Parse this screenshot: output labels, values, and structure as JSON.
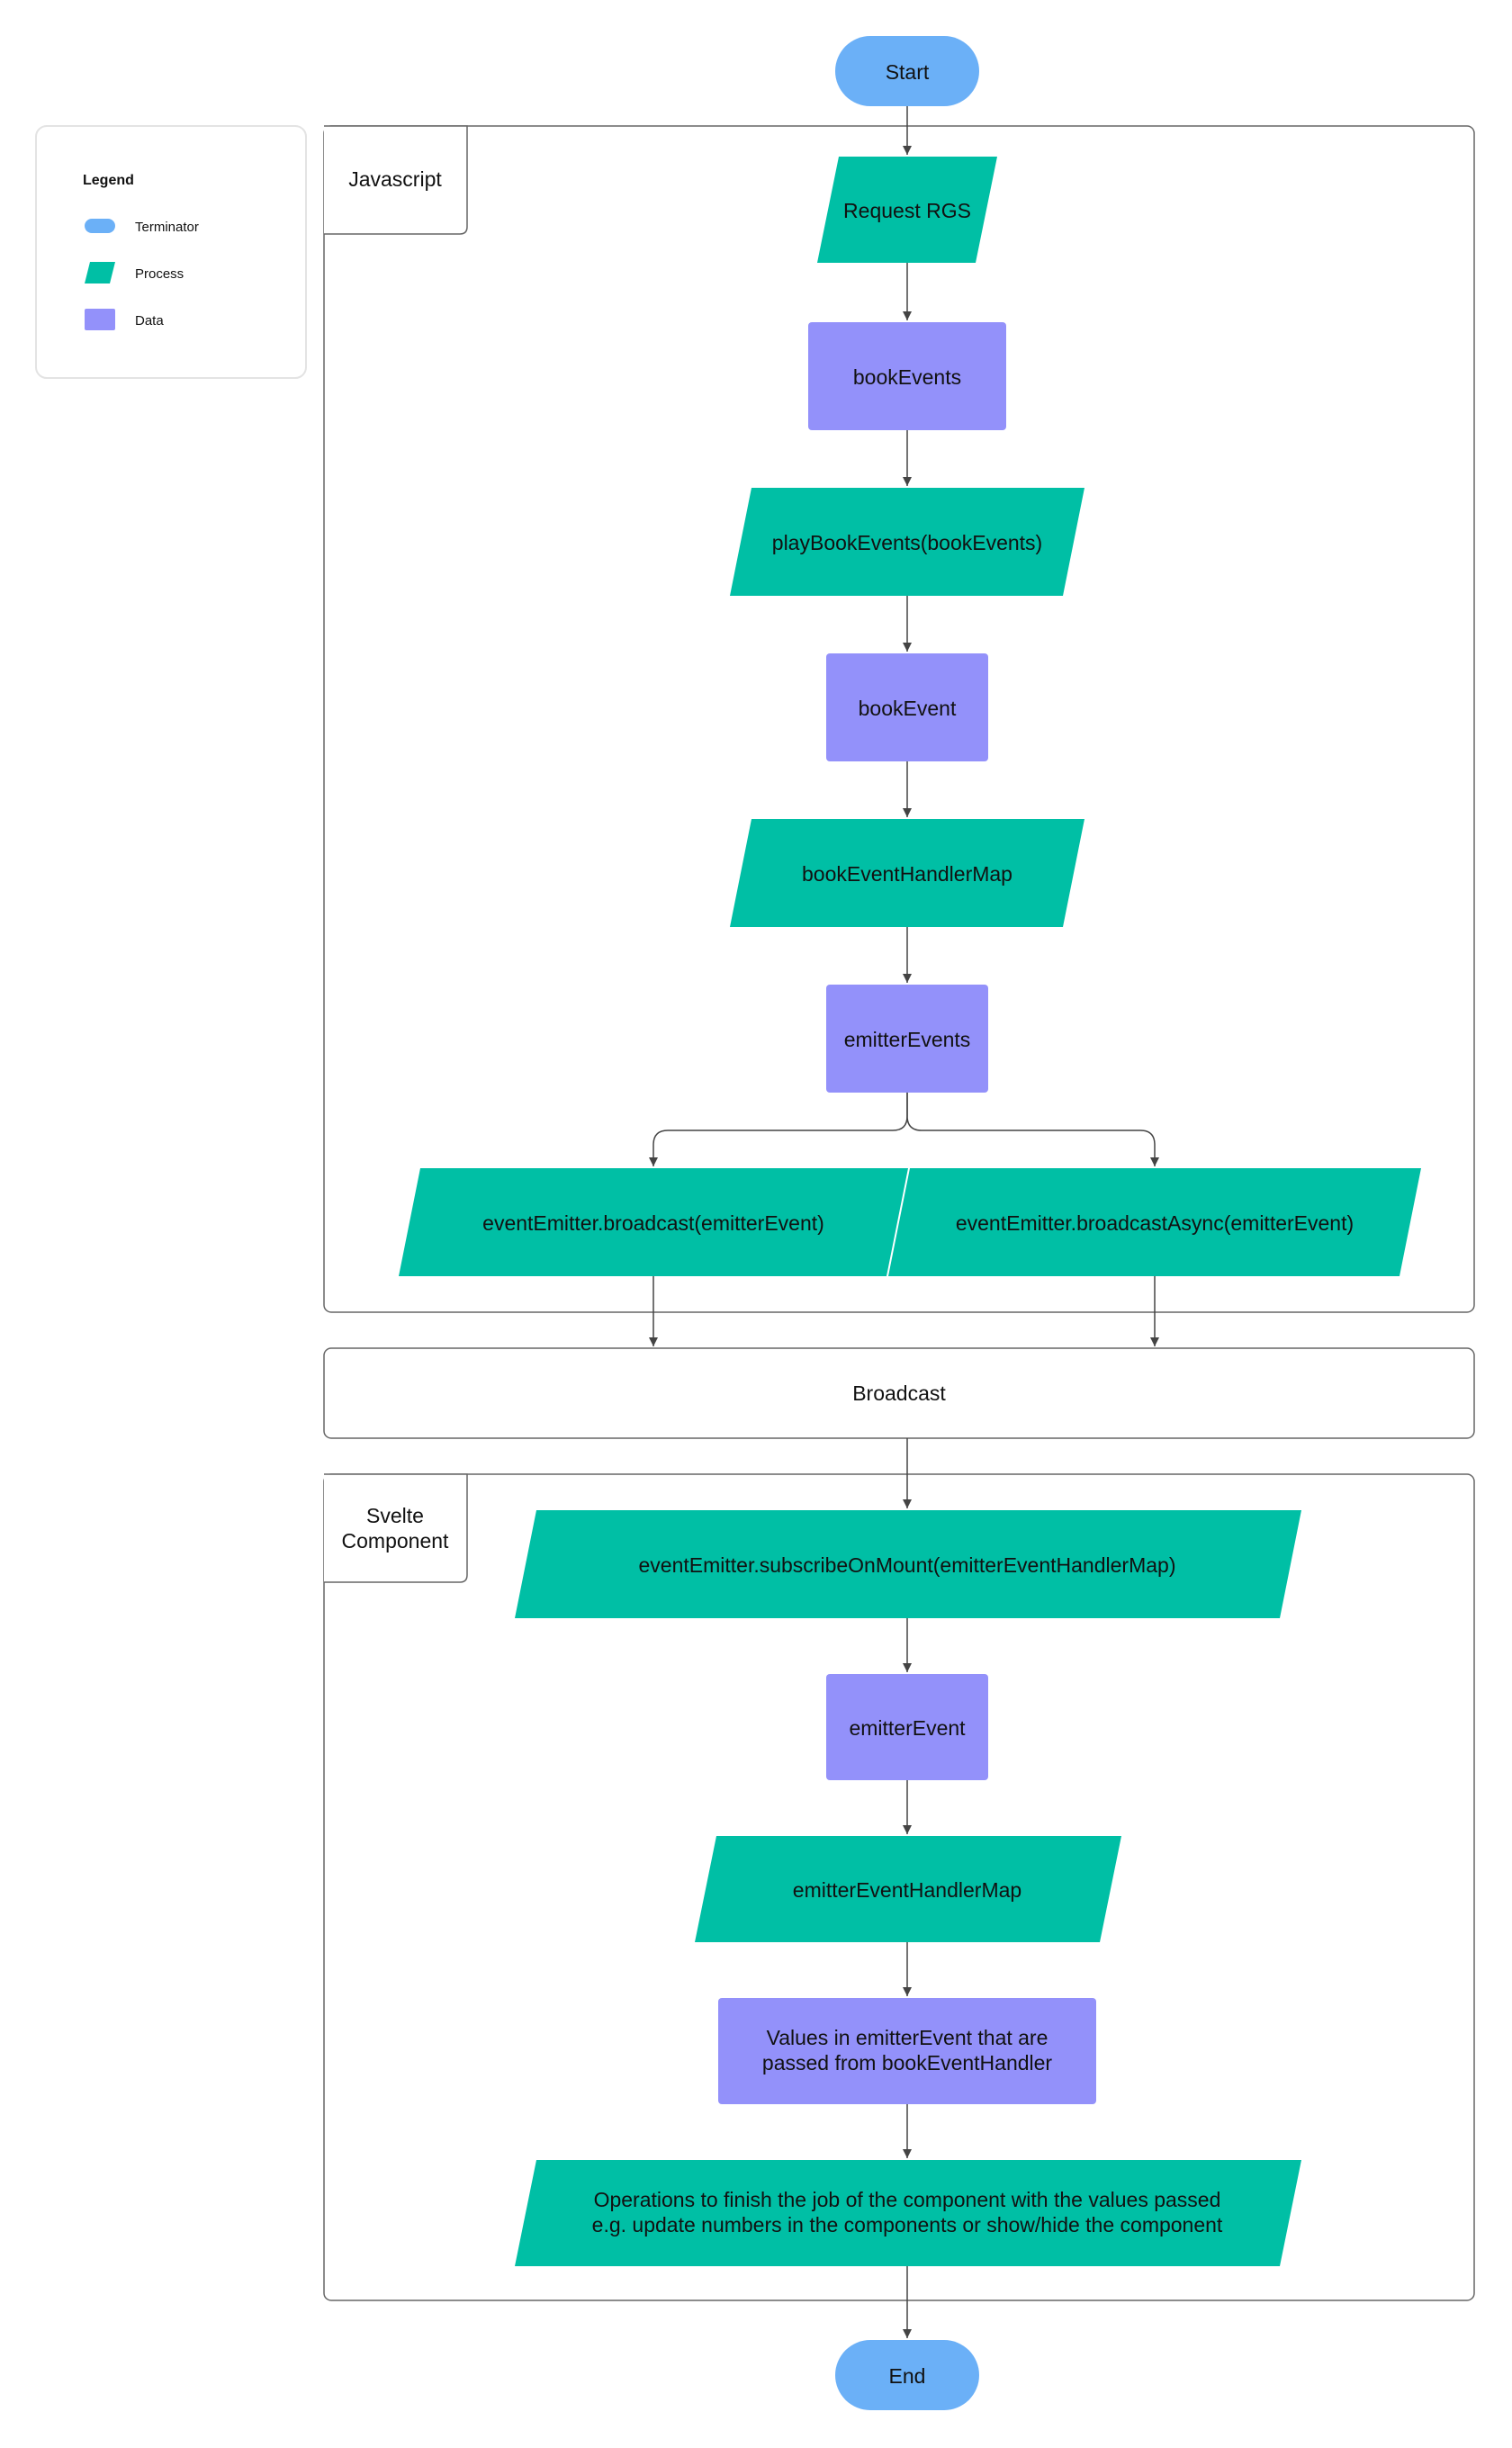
{
  "legend": {
    "title": "Legend",
    "items": [
      {
        "label": "Terminator",
        "shape": "terminator",
        "color": "#6BB0F7"
      },
      {
        "label": "Process",
        "shape": "process",
        "color": "#00BFA5"
      },
      {
        "label": "Data",
        "shape": "data",
        "color": "#9391FA"
      }
    ]
  },
  "colors": {
    "terminator": "#6BB0F7",
    "process": "#00BFA5",
    "data": "#9391FA",
    "border": "#555555",
    "arrow": "#444444"
  },
  "groups": {
    "javascript": {
      "label": "Javascript"
    },
    "broadcast": {
      "label": "Broadcast"
    },
    "svelte": {
      "label_lines": [
        "Svelte",
        "Component"
      ]
    }
  },
  "nodes": {
    "start": {
      "label": "Start",
      "type": "terminator"
    },
    "request_rgs": {
      "label": "Request RGS",
      "type": "process"
    },
    "book_events": {
      "label": "bookEvents",
      "type": "data"
    },
    "play_book_events": {
      "label": "playBookEvents(bookEvents)",
      "type": "process"
    },
    "book_event": {
      "label": "bookEvent",
      "type": "data"
    },
    "book_event_handler_map": {
      "label": "bookEventHandlerMap",
      "type": "process"
    },
    "emitter_events": {
      "label": "emitterEvents",
      "type": "data"
    },
    "broadcast_call": {
      "label": "eventEmitter.broadcast(emitterEvent)",
      "type": "process"
    },
    "broadcast_async_call": {
      "label": "eventEmitter.broadcastAsync(emitterEvent)",
      "type": "process"
    },
    "subscribe_on_mount": {
      "label": "eventEmitter.subscribeOnMount(emitterEventHandlerMap)",
      "type": "process"
    },
    "emitter_event": {
      "label": "emitterEvent",
      "type": "data"
    },
    "emitter_event_handler_map": {
      "label": "emitterEventHandlerMap",
      "type": "process"
    },
    "values_in_emitter_event": {
      "label_lines": [
        "Values in emitterEvent that are",
        "passed from bookEventHandler"
      ],
      "type": "data"
    },
    "operations": {
      "label_lines": [
        "Operations to finish the job of the component with the values passed",
        "e.g. update numbers in the components or show/hide the component"
      ],
      "type": "process"
    },
    "end": {
      "label": "End",
      "type": "terminator"
    }
  },
  "edges": [
    [
      "start",
      "request_rgs"
    ],
    [
      "request_rgs",
      "book_events"
    ],
    [
      "book_events",
      "play_book_events"
    ],
    [
      "play_book_events",
      "book_event"
    ],
    [
      "book_event",
      "book_event_handler_map"
    ],
    [
      "book_event_handler_map",
      "emitter_events"
    ],
    [
      "emitter_events",
      "broadcast_call"
    ],
    [
      "emitter_events",
      "broadcast_async_call"
    ],
    [
      "broadcast_call",
      "broadcast"
    ],
    [
      "broadcast_async_call",
      "broadcast"
    ],
    [
      "broadcast",
      "subscribe_on_mount"
    ],
    [
      "subscribe_on_mount",
      "emitter_event"
    ],
    [
      "emitter_event",
      "emitter_event_handler_map"
    ],
    [
      "emitter_event_handler_map",
      "values_in_emitter_event"
    ],
    [
      "values_in_emitter_event",
      "operations"
    ],
    [
      "operations",
      "end"
    ]
  ]
}
